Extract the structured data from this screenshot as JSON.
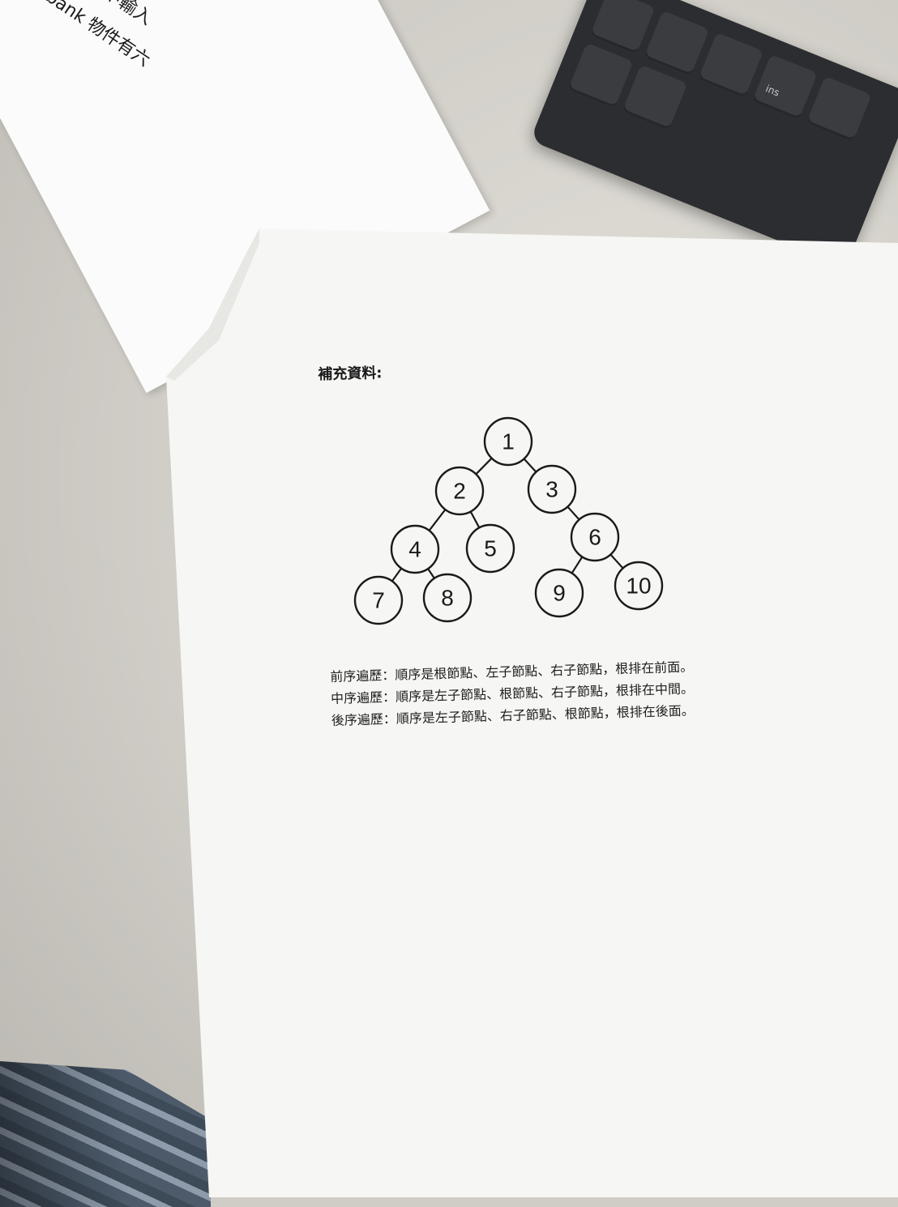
{
  "background_sheet": {
    "lines": [
      "k demo.py 中輸入",
      "物件，bank 物件有六"
    ]
  },
  "keyboard": {
    "key_label": "ins"
  },
  "document": {
    "title": "補充資料:",
    "tree": {
      "nodes": [
        {
          "id": "1",
          "label": "1"
        },
        {
          "id": "2",
          "label": "2"
        },
        {
          "id": "3",
          "label": "3"
        },
        {
          "id": "4",
          "label": "4"
        },
        {
          "id": "5",
          "label": "5"
        },
        {
          "id": "6",
          "label": "6"
        },
        {
          "id": "7",
          "label": "7"
        },
        {
          "id": "8",
          "label": "8"
        },
        {
          "id": "9",
          "label": "9"
        },
        {
          "id": "10",
          "label": "10"
        }
      ],
      "edges": [
        [
          "1",
          "2"
        ],
        [
          "1",
          "3"
        ],
        [
          "2",
          "4"
        ],
        [
          "2",
          "5"
        ],
        [
          "3",
          "6"
        ],
        [
          "4",
          "7"
        ],
        [
          "4",
          "8"
        ],
        [
          "6",
          "9"
        ],
        [
          "6",
          "10"
        ]
      ]
    },
    "descriptions": [
      "前序遍歷：順序是根節點、左子節點、右子節點，根排在前面。",
      "中序遍歷：順序是左子節點、根節點、右子節點，根排在中間。",
      "後序遍歷：順序是左子節點、右子節點、根節點，根排在後面。"
    ]
  }
}
